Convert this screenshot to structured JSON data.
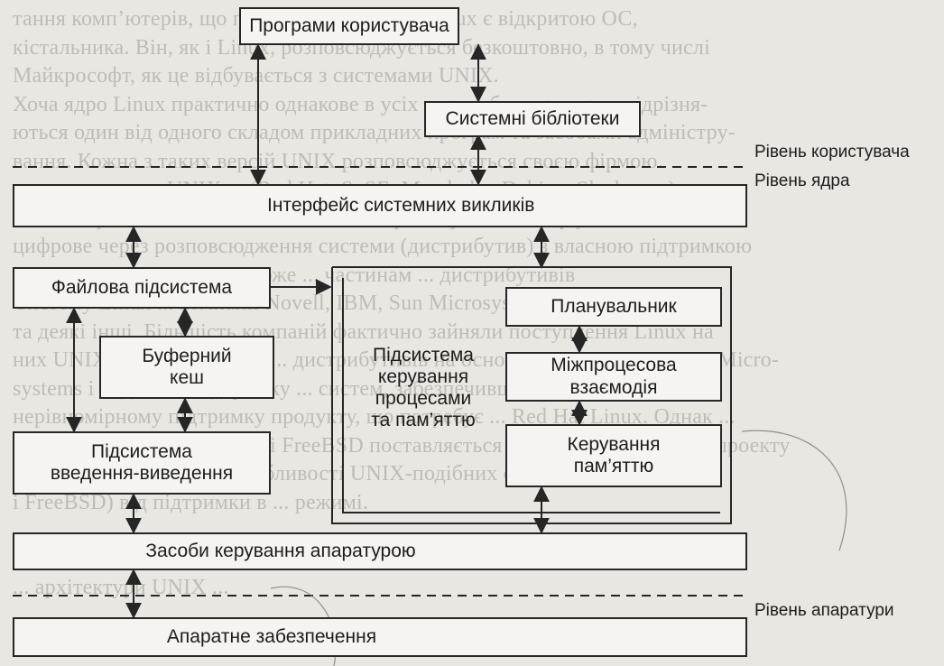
{
  "background_text": [
    "тання комп’ютерів, що підтримують Linux. Linux є відкритою ОС,",
    "кістальника. Він, як і Linux, розповсюджується безкоштовно, в тому числі",
    "Майкрософт, як це відбувається з системами UNIX.",
    "Хоча ядро Linux практично однакове в усіх дистрибутивах, вони відрізня-",
    "ються один від одного складом прикладних програм та засобами адміністру-",
    "вання. Кожна з таких версій UNIX розповсюджується своєю фірмою.",
    "рактично з ядра UNIX ... (Red Hat, SuSE, Mandrake, Debian, Slackware) ... ,",
    "могли образово ... кожна постачальник пропонує свій набір утиліт",
    "цифрове через розповсюдження системи (дистрибутив) з власною підтримкою",
    "стоїть перенесення ... не може ... частинам ... дистрибутивів",
    "Систему Linux ... компанії Novell, IBM, Sun Microsystems",
    "та деякі інші. Більшість компаній фактично зайняли поступлення Linux на",
    "них UNIX-подібних систем... дистрибутивів на основі версії Linux від Sun Micro-",
    "systems і надали ... підтримку ... систем, забезпечивши ... ",
    "нерівномірному підтримку продукту, що потребує ... Red Hat Linux. Однак ...",
    "потрібно до системи Linux і FreeBSD поставляється безкоштовно в межах проекту",
    "... нам буде розглянуто особливості UNIX-подібних систем (Linux і",
    "і FreeBSD) від підтримки в ... режимі.",
    "",
    "",
    "... архітектури UNIX ...",
    "",
    "Архітектура UNIX ... відповідно поділяють на ... такі (див. рис. 2.2) ..."
  ],
  "boxes": {
    "user_programs": "Програми користувача",
    "system_libraries": "Системні бібліотеки",
    "syscall_interface": "Інтерфейс системних викликів",
    "file_subsystem": "Файлова підсистема",
    "buffer_cache_line1": "Буферний",
    "buffer_cache_line2": "кеш",
    "io_subsystem_line1": "Підсистема",
    "io_subsystem_line2": "введення-виведення",
    "process_mm_line1": "Підсистема",
    "process_mm_line2": "керування",
    "process_mm_line3": "процесами",
    "process_mm_line4": "та пам’яттю",
    "scheduler": "Планувальник",
    "ipc_line1": "Міжпроцесова",
    "ipc_line2": "взаємодія",
    "memory_mgmt_line1": "Керування",
    "memory_mgmt_line2": "пам’яттю",
    "hw_control": "Засоби керування апаратурою",
    "hardware": "Апаратне забезпечення"
  },
  "levels": {
    "user": "Рівень користувача",
    "kernel": "Рівень ядра",
    "hardware": "Рівень апаратури"
  }
}
